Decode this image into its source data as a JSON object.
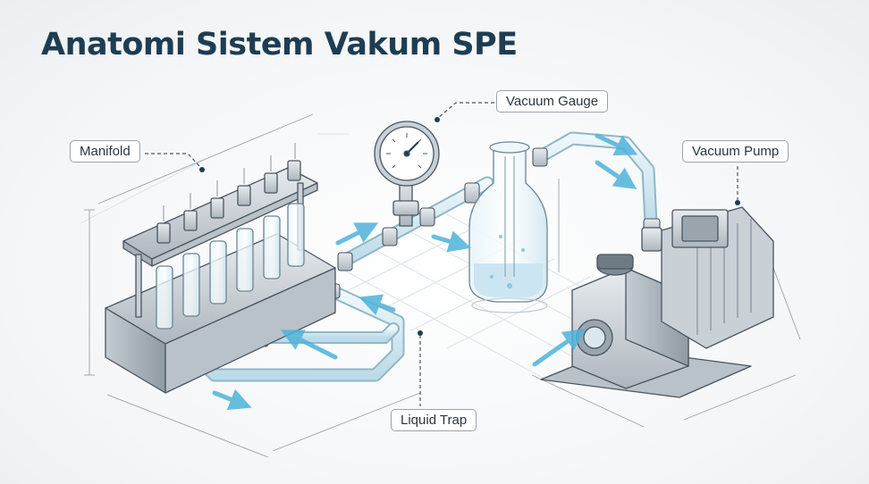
{
  "title": "Anatomi Sistem Vakum SPE",
  "labels": {
    "manifold": "Manifold",
    "vacuum_gauge": "Vacuum Gauge",
    "vacuum_pump": "Vacuum Pump",
    "liquid_trap": "Liquid Trap"
  },
  "colors": {
    "title": "#1e3d52",
    "flow_arrow": "#4fb3da",
    "metal": "#c9d0d6",
    "glass": "#dff0f7",
    "outline": "#4a5560"
  }
}
